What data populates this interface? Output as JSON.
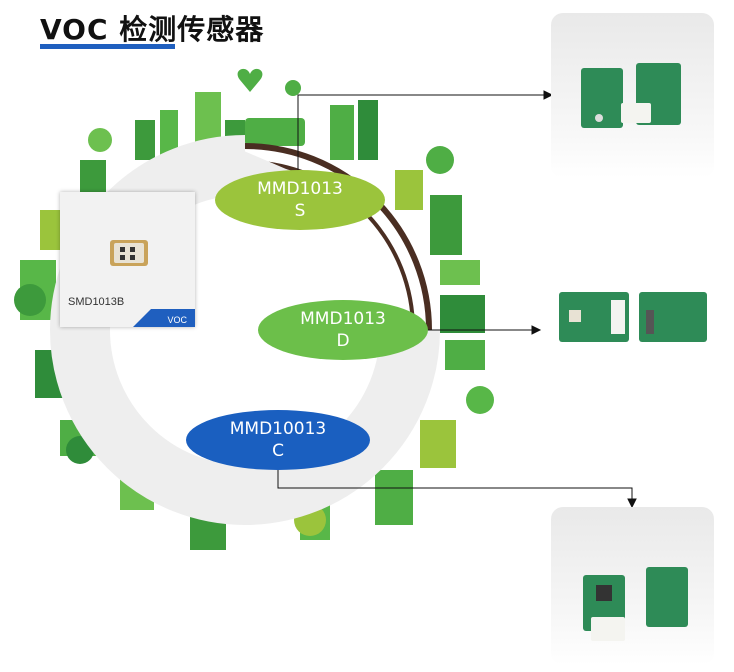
{
  "title": "VOC 检测传感器",
  "colors": {
    "accent_blue": "#1f5fbf",
    "green_light": "#9bc43c",
    "green_mid": "#6cbf4a",
    "blue_dark": "#1a5fc0",
    "city_dark": "#4a2e22"
  },
  "sensors": [
    {
      "model": "MMD1013",
      "variant": "S"
    },
    {
      "model": "MMD1013",
      "variant": "D"
    },
    {
      "model": "MMD10013",
      "variant": "C"
    }
  ],
  "chip": {
    "label": "SMD1013B",
    "tag": "VOC"
  }
}
